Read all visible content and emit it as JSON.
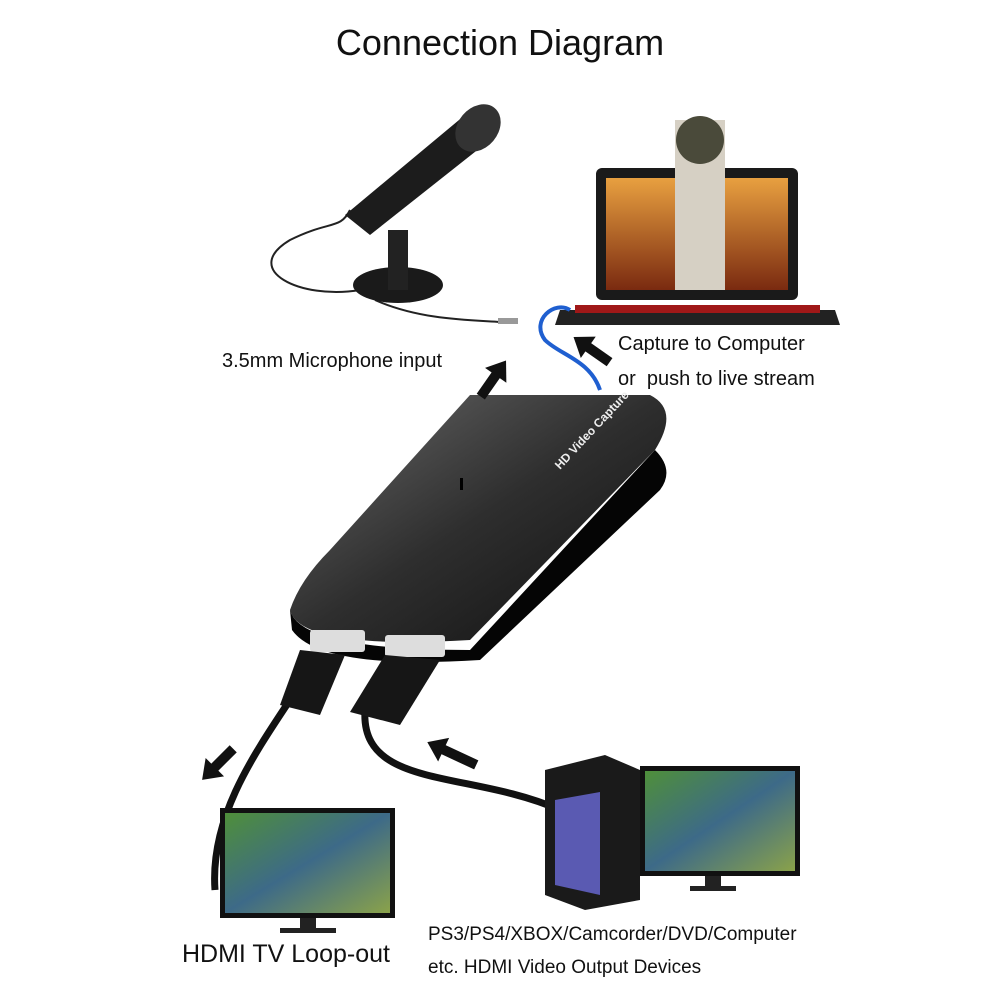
{
  "title": "Connection Diagram",
  "labels": {
    "microphone": "3.5mm Microphone input",
    "computer_line1": "Capture to Computer",
    "computer_line2": "or  push to live stream",
    "device": "HD Video Capture",
    "loop_out": "HDMI TV Loop-out",
    "sources_line1": "PS3/PS4/XBOX/Camcorder/DVD/Computer",
    "sources_line2": "etc. HDMI Video Output Devices"
  },
  "colors": {
    "device_body": "#2a2a2a",
    "usb_cable": "#1f5fd0",
    "arrows": "#111111"
  }
}
